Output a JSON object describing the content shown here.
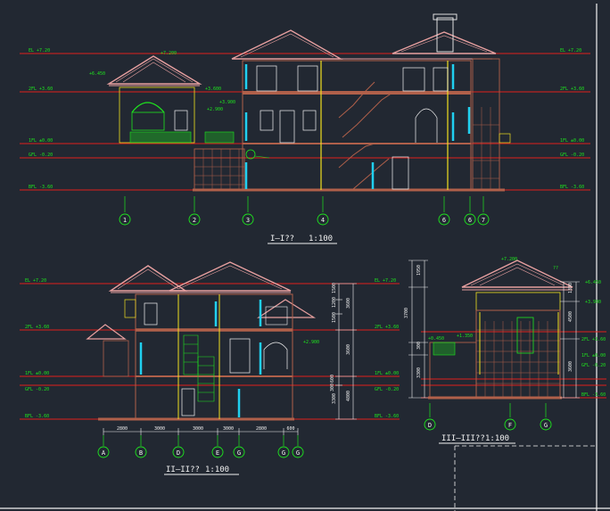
{
  "colors": {
    "background": "#222832",
    "level_line": "#e0201c",
    "text_green": "#1ee61e",
    "wall_brown": "#b0604a",
    "roof_pink": "#e8a0a0",
    "yellow": "#f0e020",
    "cyan": "#20d0f0",
    "white": "#f2f2f2"
  },
  "section_1": {
    "title": "I—I??",
    "scale": "1:100",
    "grid_labels": [
      "1",
      "2",
      "3",
      "4",
      "6",
      "6",
      "7"
    ],
    "levels_left": [
      "EL +7.20",
      "2FL +3.60",
      "1FL ±0.00",
      "GFL -0.20",
      "BFL -3.60"
    ],
    "levels_right": [
      "EL +7.20",
      "2FL +3.60",
      "1FL ±0.00",
      "GFL -0.20",
      "BFL -3.60"
    ],
    "annotations": [
      "+7.200",
      "+6.450",
      "+3.600",
      "+3.900",
      "+2.900"
    ]
  },
  "section_2": {
    "title": "II—II??",
    "scale": "1:100",
    "grid_labels": [
      "A",
      "B",
      "D",
      "E",
      "G",
      "G",
      "G"
    ],
    "dims_bottom": [
      "2800",
      "3000",
      "3000",
      "3000",
      "2800",
      "600"
    ],
    "levels_left": [
      "EL +7.20",
      "2FL +3.60",
      "1FL ±0.00",
      "GFL -0.20",
      "BFL -3.60"
    ],
    "levels_right": [
      "EL +7.20",
      "2FL +3.60",
      "1FL ±0.00",
      "GFL -0.20",
      "BFL -3.60"
    ],
    "dims_right": [
      "1500",
      "1200",
      "1500",
      "3600",
      "600",
      "300",
      "3300",
      "3600",
      "4800"
    ],
    "annotations": [
      "+2.900"
    ]
  },
  "section_3": {
    "title": "III—III??",
    "scale": "1:100",
    "grid_labels": [
      "D",
      "F",
      "G"
    ],
    "levels_right": [
      "+6.450",
      "+3.900",
      "2FL +3.60",
      "1FL ±0.00",
      "GFL -0.20",
      "BFL -3.60"
    ],
    "dims_left": [
      "1950",
      "3700",
      "300",
      "3300"
    ],
    "dims_right": [
      "1350",
      "4500",
      "3600"
    ],
    "annotations": [
      "+7.200",
      "+0.450",
      "+1.350",
      "??"
    ]
  }
}
